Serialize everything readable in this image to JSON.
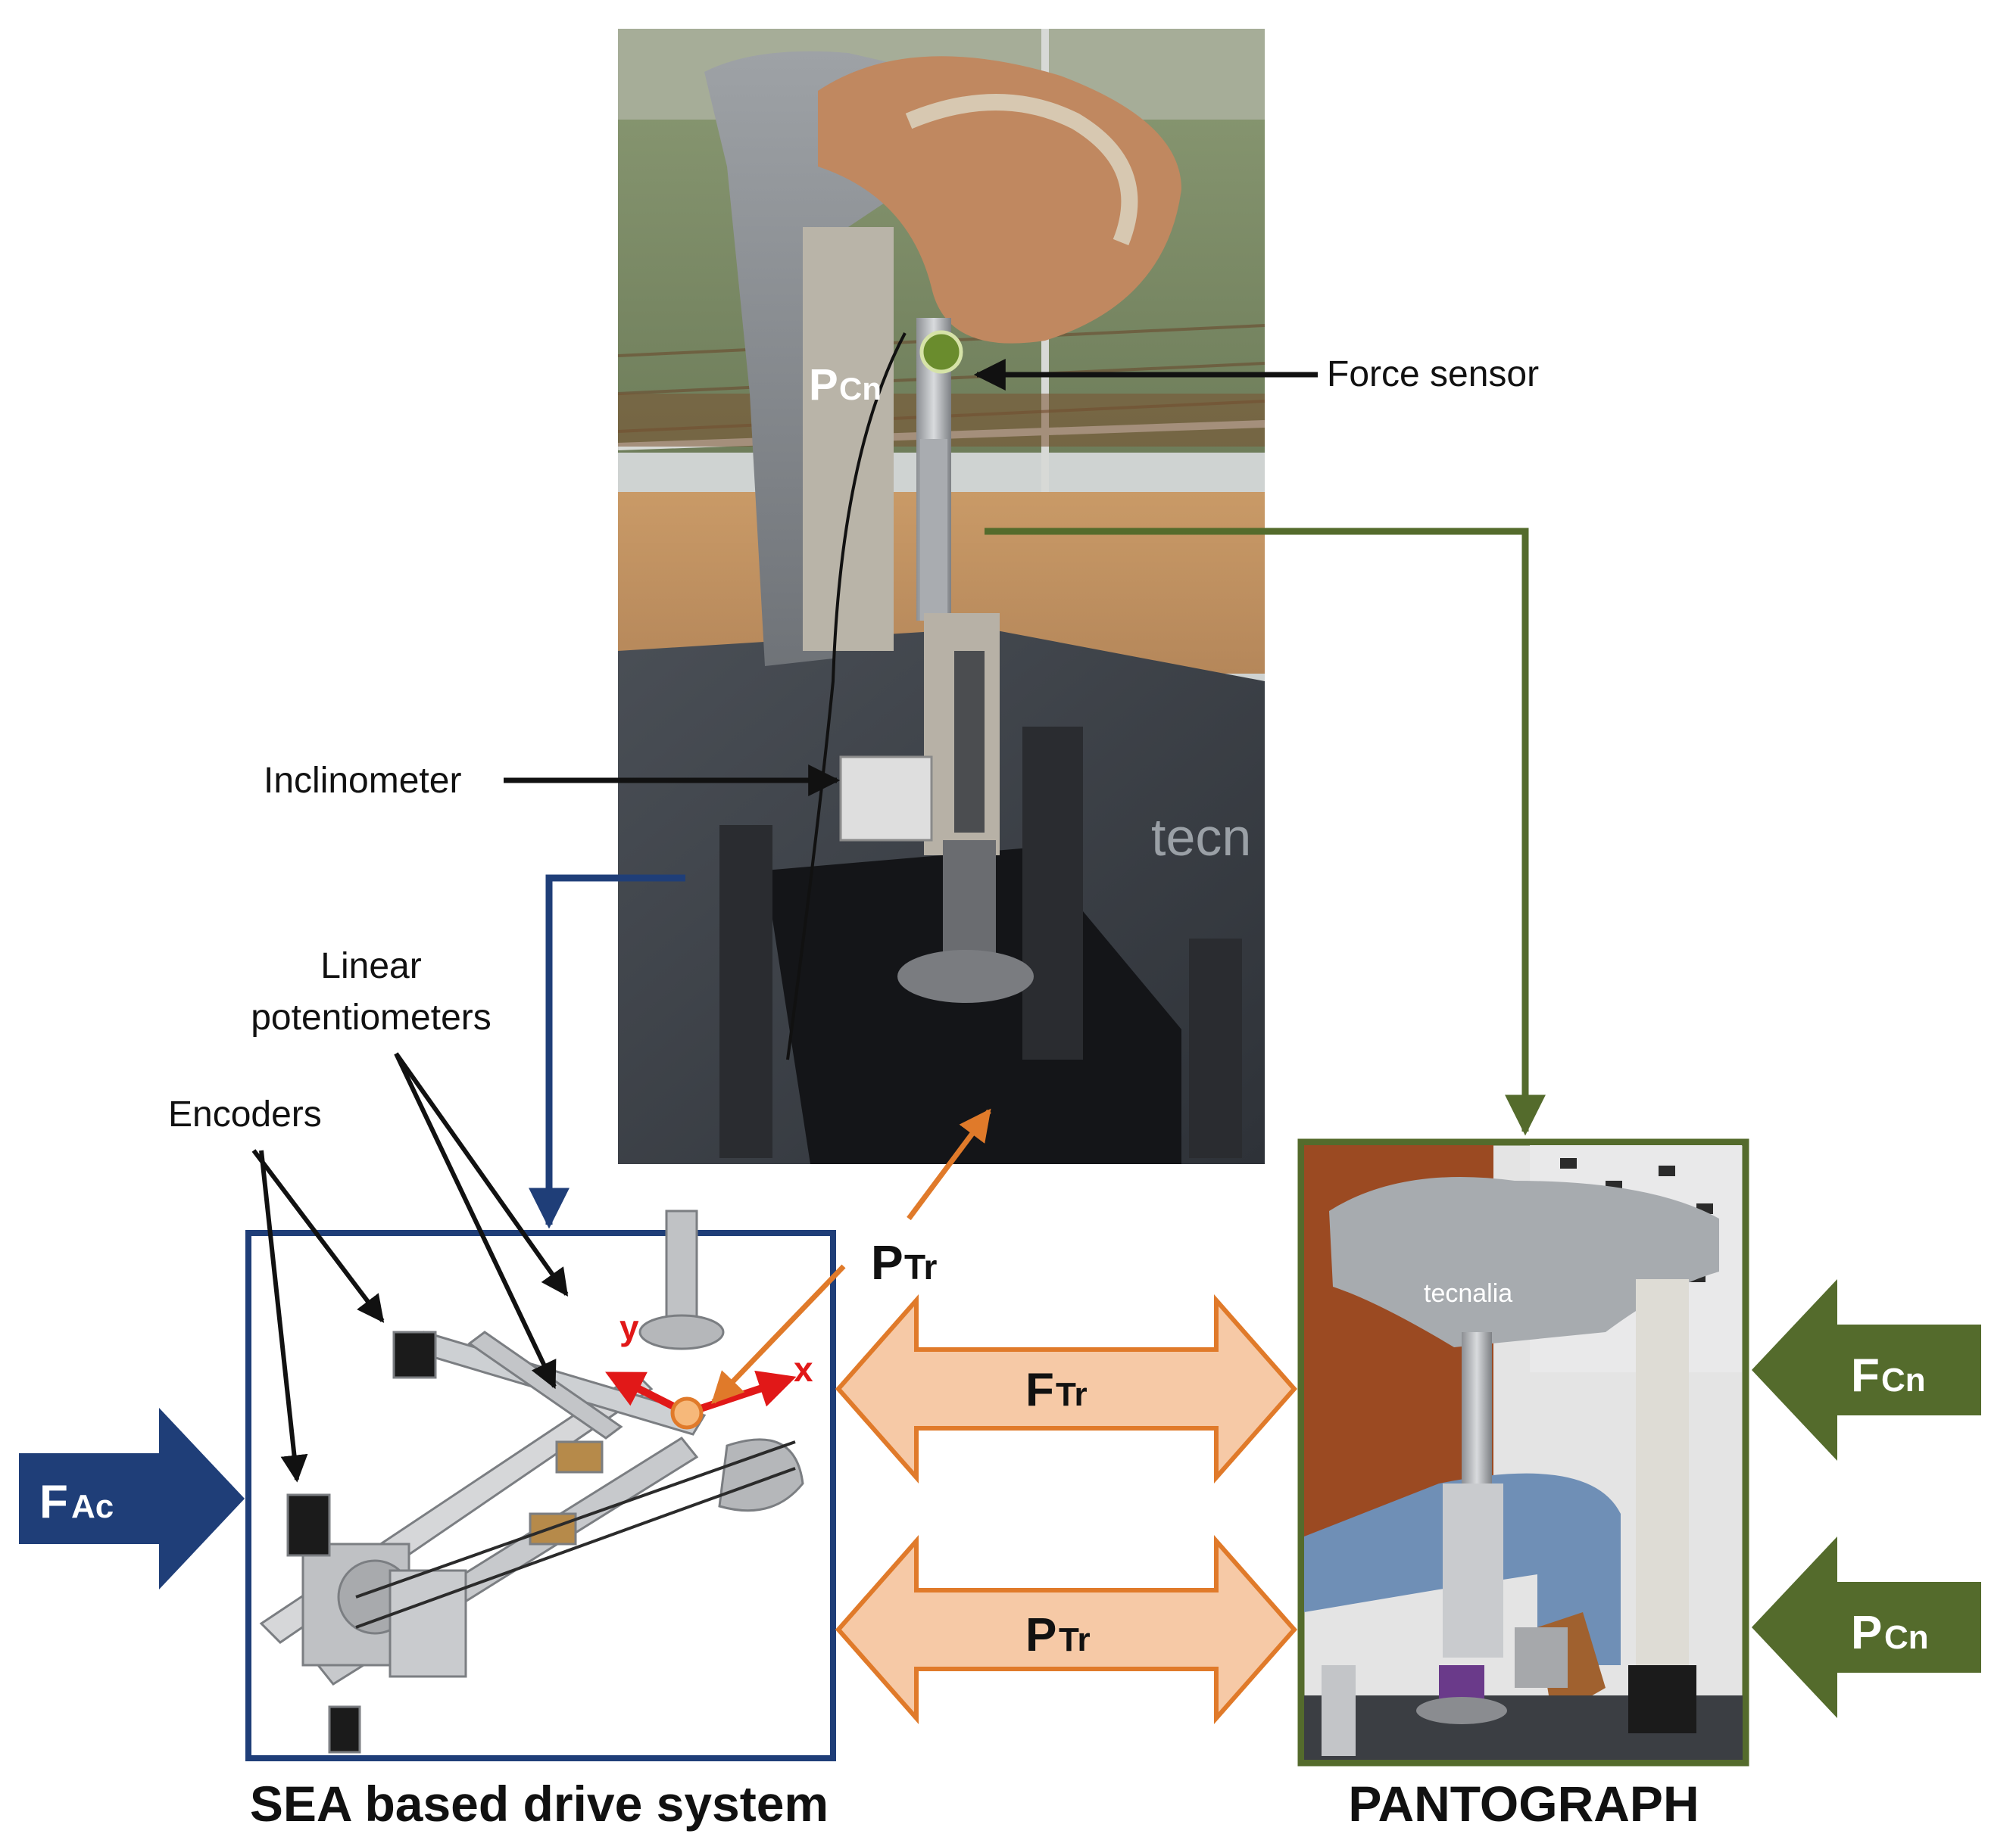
{
  "labels": {
    "force_sensor": "Force sensor",
    "inclinometer": "Inclinometer",
    "linear_pot_line1": "Linear",
    "linear_pot_line2": "potentiometers",
    "encoders": "Encoders",
    "sea_caption": "SEA based drive system",
    "pantograph_caption": "PANTOGRAPH"
  },
  "symbols": {
    "p_cn_main": "P",
    "p_cn_sub": "Cn",
    "p_tr_main": "P",
    "p_tr_sub": "Tr",
    "f_tr_main": "F",
    "f_tr_sub": "Tr",
    "f_ac_main": "F",
    "f_ac_sub": "Ac",
    "f_cn_main": "F",
    "f_cn_sub": "Cn",
    "axis_x": "x",
    "axis_y": "y"
  },
  "photo_brand": {
    "photo_wordmark": "tecn",
    "pantograph_wordmark": "tecnalia"
  },
  "colors": {
    "blue": "#1f3e78",
    "green": "#546b2c",
    "orange": "#e07a2a",
    "peach": "#f6c9a6",
    "peach_border": "#e07a2a",
    "red": "#e11818",
    "black": "#111111"
  }
}
